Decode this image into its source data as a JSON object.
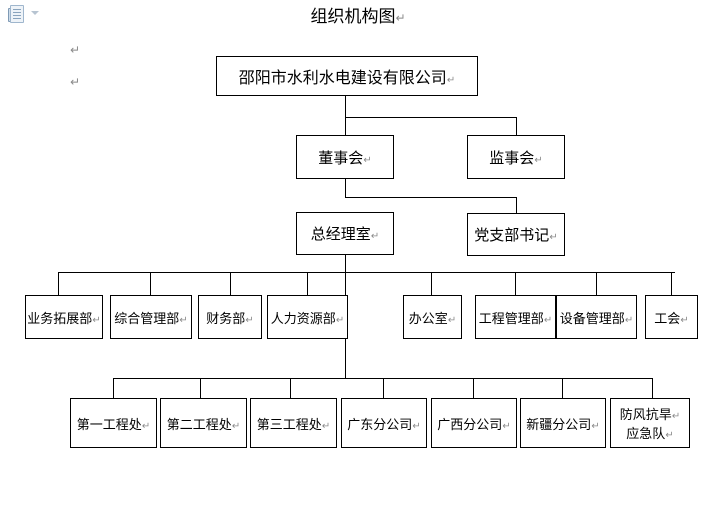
{
  "document": {
    "title": "组织机构图",
    "paragraph_mark": "↵",
    "paste_icon": "paste-options-icon",
    "caret_icon": "chevron-down-icon",
    "stray_marks": [
      "↵",
      "↵"
    ]
  },
  "chart_data": {
    "type": "diagram",
    "subtype": "org-chart",
    "title": "组织机构图",
    "nodes": [
      {
        "id": "company",
        "label": "邵阳市水利水电建设有限公司",
        "level": 1
      },
      {
        "id": "board",
        "label": "董事会",
        "level": 2
      },
      {
        "id": "supervis",
        "label": "监事会",
        "level": 2
      },
      {
        "id": "gm",
        "label": "总经理室",
        "level": 3
      },
      {
        "id": "party",
        "label": "党支部书记",
        "level": 3
      },
      {
        "id": "d1",
        "label": "业务拓展部",
        "level": 4
      },
      {
        "id": "d2",
        "label": "综合管理部",
        "level": 4
      },
      {
        "id": "d3",
        "label": "财务部",
        "level": 4
      },
      {
        "id": "d4",
        "label": "人力资源部",
        "level": 4
      },
      {
        "id": "d5",
        "label": "办公室",
        "level": 4
      },
      {
        "id": "d6",
        "label": "工程管理部",
        "level": 4
      },
      {
        "id": "d7",
        "label": "设备管理部",
        "level": 4
      },
      {
        "id": "d8",
        "label": "工会",
        "level": 4
      },
      {
        "id": "u1",
        "label": "第一工程处",
        "level": 5
      },
      {
        "id": "u2",
        "label": "第二工程处",
        "level": 5
      },
      {
        "id": "u3",
        "label": "第三工程处",
        "level": 5
      },
      {
        "id": "u4",
        "label": "广东分公司",
        "level": 5
      },
      {
        "id": "u5",
        "label": "广西分公司",
        "level": 5
      },
      {
        "id": "u6",
        "label": "新疆分公司",
        "level": 5
      },
      {
        "id": "u7",
        "label": "防风抗旱应急队",
        "level": 5,
        "line1": "防风抗旱",
        "line2": "应急队"
      }
    ],
    "edges": [
      [
        "company",
        "board"
      ],
      [
        "company",
        "supervis"
      ],
      [
        "board",
        "gm"
      ],
      [
        "board",
        "party"
      ],
      [
        "gm",
        "d1"
      ],
      [
        "gm",
        "d2"
      ],
      [
        "gm",
        "d3"
      ],
      [
        "gm",
        "d4"
      ],
      [
        "gm",
        "d5"
      ],
      [
        "gm",
        "d6"
      ],
      [
        "gm",
        "d7"
      ],
      [
        "gm",
        "d8"
      ],
      [
        "gm",
        "u1"
      ],
      [
        "gm",
        "u2"
      ],
      [
        "gm",
        "u3"
      ],
      [
        "gm",
        "u4"
      ],
      [
        "gm",
        "u5"
      ],
      [
        "gm",
        "u6"
      ],
      [
        "gm",
        "u7"
      ]
    ],
    "colors": {
      "line": "#000000",
      "box_fill": "#ffffff",
      "text": "#000000",
      "mark": "#8a8a8a"
    }
  }
}
